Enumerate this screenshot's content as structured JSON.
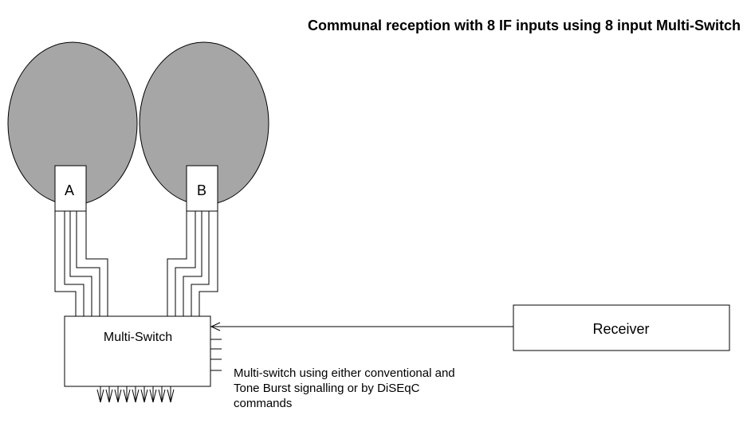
{
  "title": "Communal reception with 8 IF inputs using 8 input Multi-Switch",
  "lnb_a_label": "A",
  "lnb_b_label": "B",
  "multiswitch_label": "Multi-Switch",
  "receiver_label": "Receiver",
  "note_lines": [
    "Multi-switch using either conventional and",
    "Tone Burst signalling or by DiSEqC",
    "commands"
  ],
  "colors": {
    "dish_fill": "#a6a6a6",
    "stroke": "#000000",
    "background": "#ffffff"
  }
}
